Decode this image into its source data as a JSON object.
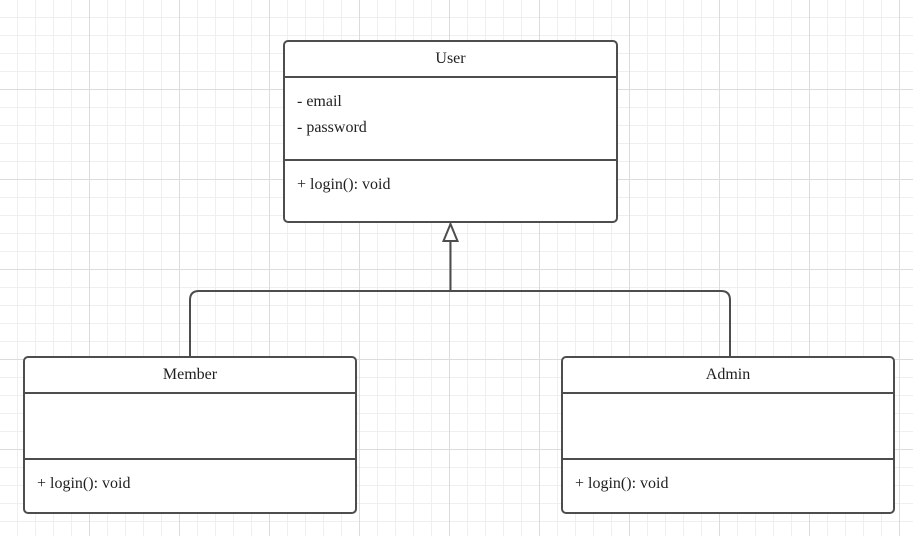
{
  "diagram": {
    "type": "uml-class-diagram",
    "background": "graph-paper-grid",
    "stroke_color": "#4d4d4d",
    "fill_color": "#ffffff",
    "text_color": "#1f1f1f",
    "grid_minor_color": "#efefef",
    "grid_major_color": "#dcdcdc"
  },
  "classes": {
    "user": {
      "name": "User",
      "attributes": [
        "- email",
        "- password"
      ],
      "operations": [
        "+ login(): void"
      ]
    },
    "member": {
      "name": "Member",
      "attributes": [],
      "operations": [
        "+ login(): void"
      ]
    },
    "admin": {
      "name": "Admin",
      "attributes": [],
      "operations": [
        "+ login(): void"
      ]
    }
  },
  "relationships": [
    {
      "kind": "generalization",
      "label": "",
      "from": "Member",
      "to": "User",
      "arrowhead": "hollow-triangle"
    },
    {
      "kind": "generalization",
      "label": "",
      "from": "Admin",
      "to": "User",
      "arrowhead": "hollow-triangle"
    }
  ]
}
